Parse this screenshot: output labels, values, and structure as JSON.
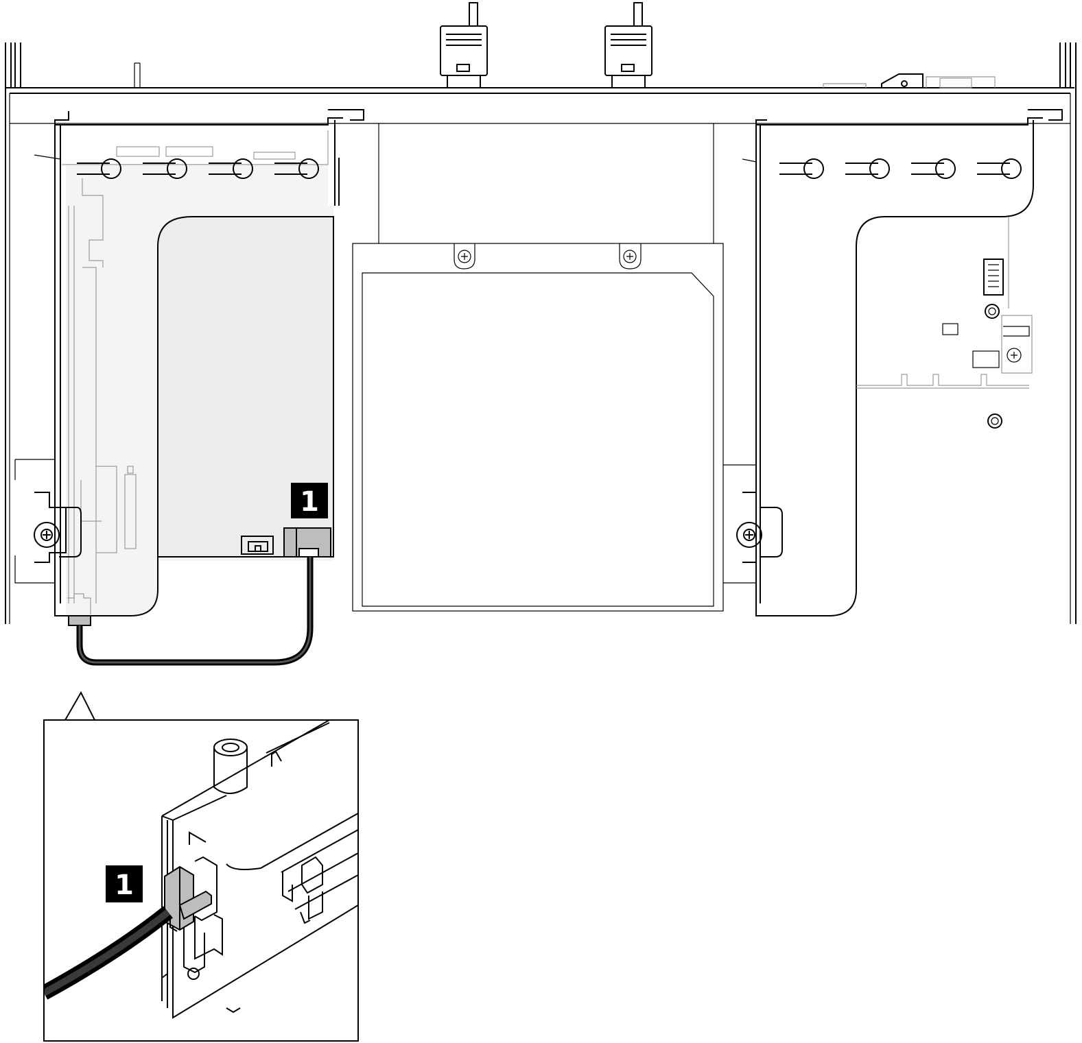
{
  "callouts": [
    {
      "id": "main",
      "label": "1"
    },
    {
      "id": "detail",
      "label": "1"
    }
  ],
  "colors": {
    "line": "#000000",
    "board_fill": "#ededed",
    "panel_fill": "#f4f4f4",
    "connector_fill": "#bdbdbd",
    "faint": "#9a9a9a",
    "background": "#ffffff"
  }
}
